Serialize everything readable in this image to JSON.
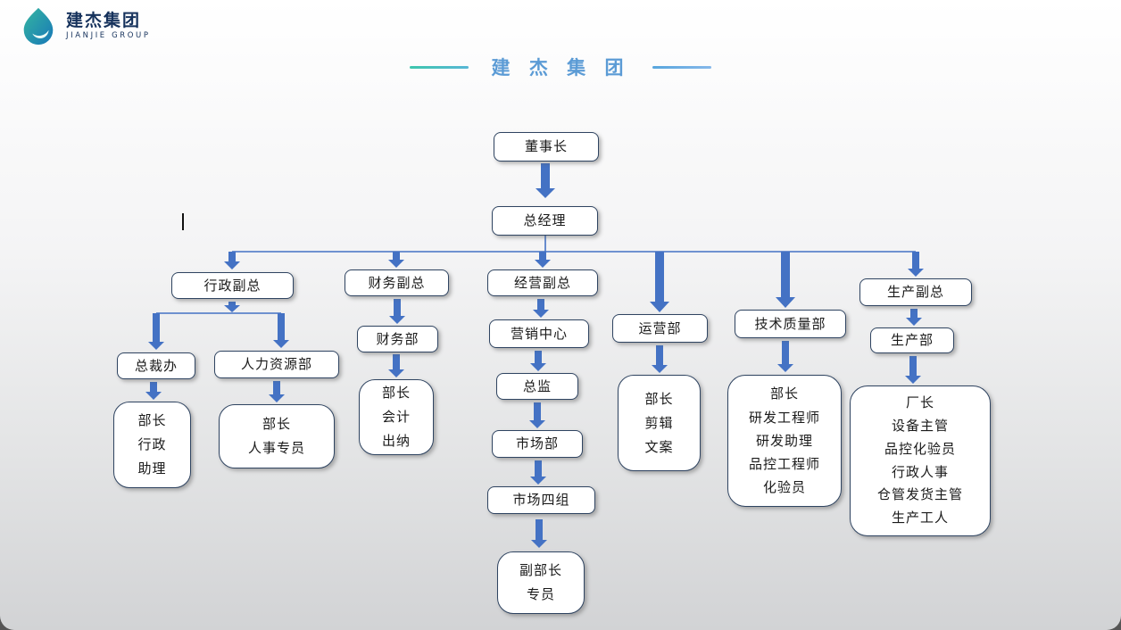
{
  "logo": {
    "company_cn": "建杰集团",
    "company_en": "JIANJIE GROUP"
  },
  "title": "建 杰 集 团",
  "colors": {
    "accent_blue": "#4472C4",
    "title_blue": "#5B9BD5",
    "brand_teal": "#35B6A0",
    "box_border": "#2F4461"
  },
  "org": {
    "chairman": "董事长",
    "gm": "总经理",
    "admin_vp": "行政副总",
    "finance_vp": "财务副总",
    "business_vp": "经营副总",
    "operations_dept": "运营部",
    "tech_quality_dept": "技术质量部",
    "production_vp": "生产副总",
    "president_office": "总裁办",
    "hr_dept": "人力资源部",
    "admin_staff": "部长\n行政\n助理",
    "hr_staff": "部长\n人事专员",
    "finance_dept": "财务部",
    "finance_staff": "部长\n会计\n出纳",
    "marketing_center": "营销中心",
    "director": "总监",
    "market_dept": "市场部",
    "market_group4": "市场四组",
    "market_staff": "副部长\n专员",
    "operations_staff": "部长\n剪辑\n文案",
    "tech_staff": "部长\n研发工程师\n研发助理\n品控工程师\n化验员",
    "production_dept": "生产部",
    "production_staff": "厂长\n设备主管\n品控化验员\n行政人事\n仓管发货主管\n生产工人"
  }
}
